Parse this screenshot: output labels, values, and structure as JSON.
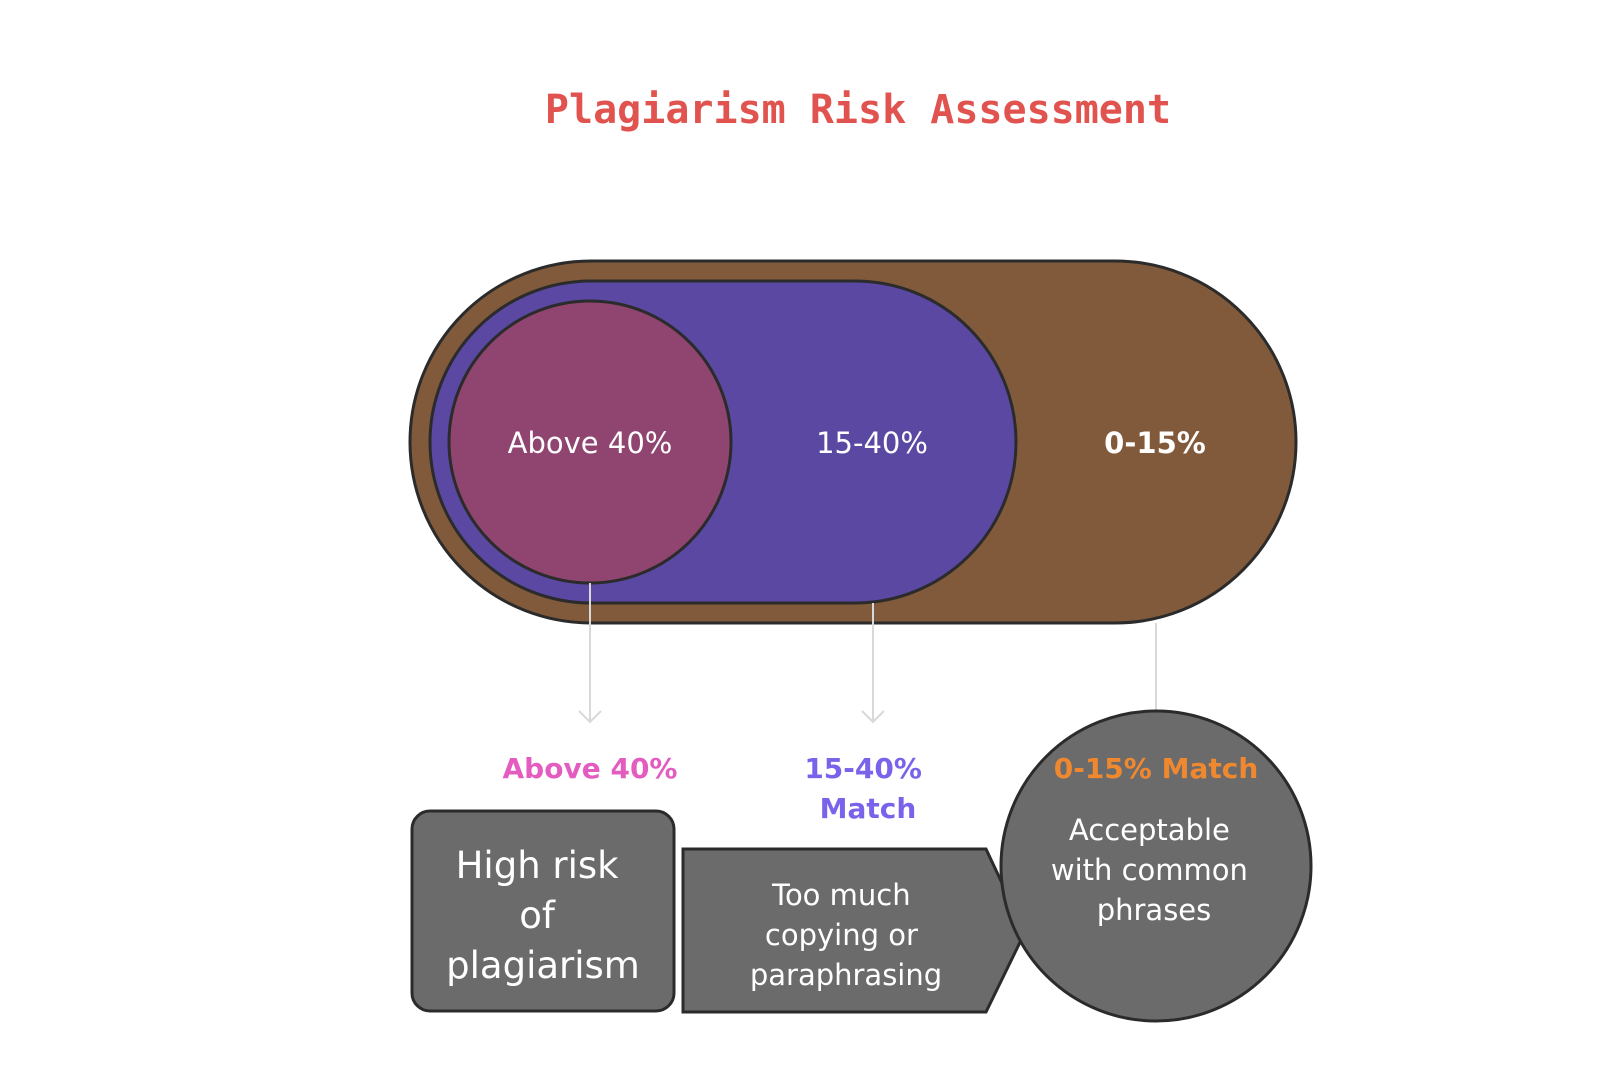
{
  "title": "Plagiarism Risk Assessment",
  "zones": {
    "outer": {
      "label": "0-15%",
      "color": "#805a3b"
    },
    "middle": {
      "label": "15-40%",
      "color": "#5a48a3"
    },
    "inner": {
      "label": "Above 40%",
      "color": "#904571"
    }
  },
  "categories": [
    {
      "heading": [
        "Above 40%"
      ],
      "heading_color": "#e45cc0",
      "description": [
        "High risk",
        "of",
        "plagiarism"
      ]
    },
    {
      "heading": [
        "15-40%",
        "Match"
      ],
      "heading_color": "#7b62ea",
      "description": [
        "Too much",
        "copying or",
        "paraphrasing"
      ]
    },
    {
      "heading": [
        "0-15% Match"
      ],
      "heading_color": "#f0882f",
      "description": [
        "Acceptable",
        "with common",
        "phrases"
      ]
    }
  ],
  "shape_fill": "#6b6b6b",
  "stroke_color": "#2b2b2b"
}
